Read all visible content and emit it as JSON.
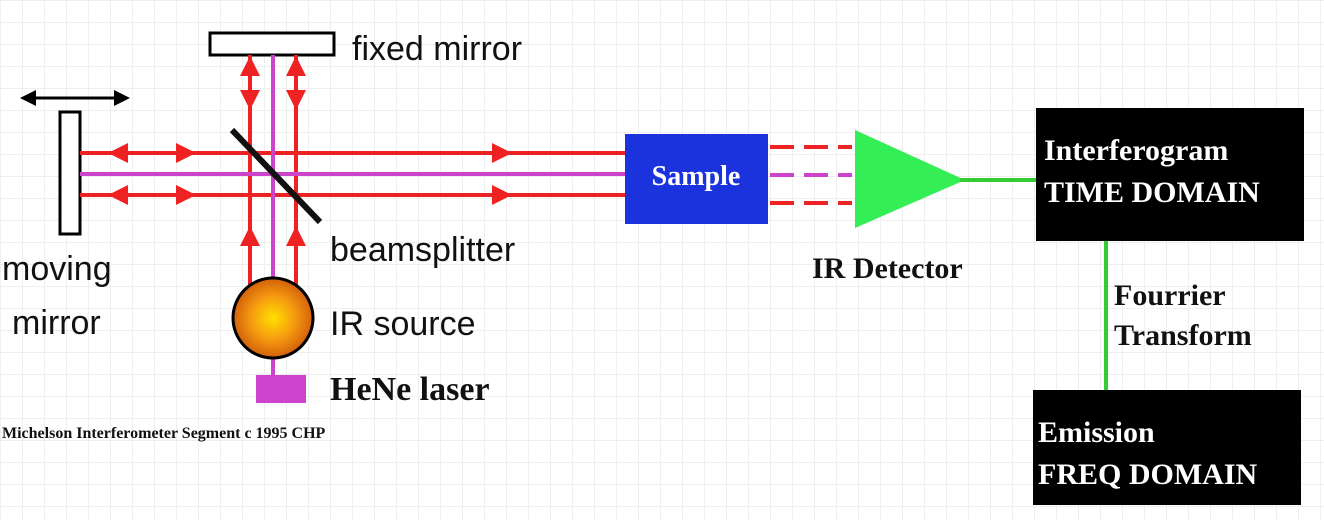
{
  "labels": {
    "fixed_mirror": "fixed mirror",
    "moving_mirror_line1": "moving",
    "moving_mirror_line2": "mirror",
    "beamsplitter": "beamsplitter",
    "ir_source": "IR source",
    "hene_laser": "HeNe laser",
    "sample": "Sample",
    "ir_detector": "IR Detector",
    "fourier_line1": "Fourrier",
    "fourier_line2": "Transform",
    "copyright": "Michelson Interferometer Segment  c  1995 CHP"
  },
  "boxes": {
    "interferogram_line1": "Interferogram",
    "interferogram_line2": "TIME DOMAIN",
    "emission_line1": "Emission",
    "emission_line2": "FREQ DOMAIN"
  },
  "colors": {
    "ir_beam": "#ee2222",
    "laser_beam": "#cc44cc",
    "sample_box": "#1a33dd",
    "detector": "#33ee55",
    "signal_line": "#33cc33",
    "output_box": "#000000",
    "source_orange": "#e07a10",
    "source_yellow": "#ffd000"
  }
}
